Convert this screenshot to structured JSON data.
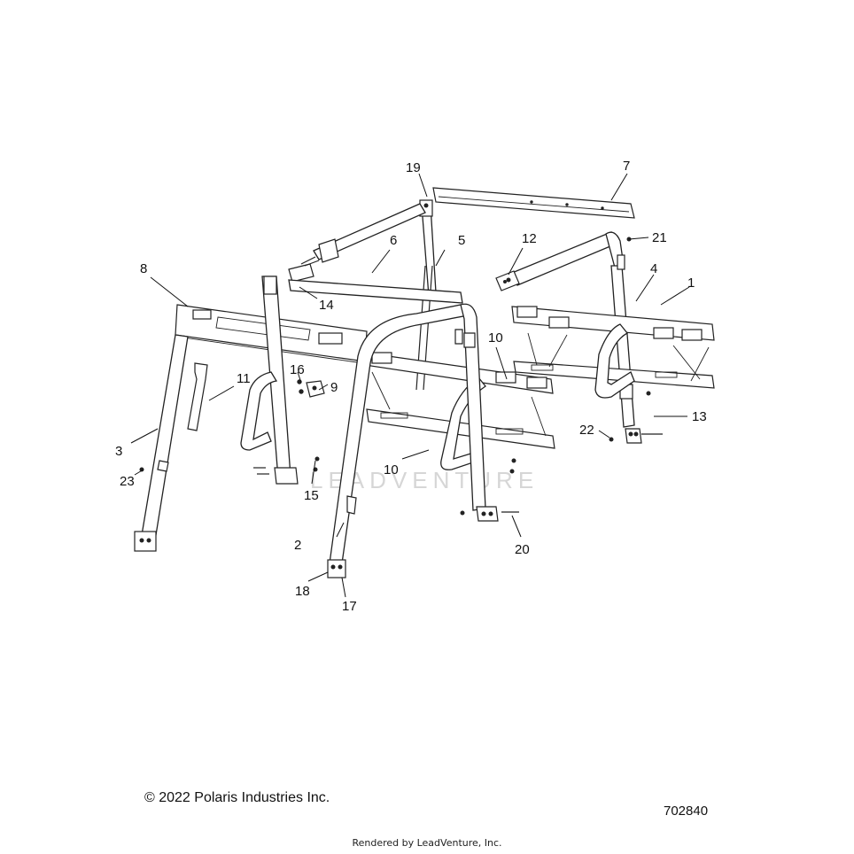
{
  "callouts": [
    "1",
    "2",
    "3",
    "4",
    "5",
    "6",
    "7",
    "8",
    "9",
    "10",
    "10",
    "11",
    "12",
    "13",
    "14",
    "15",
    "16",
    "17",
    "18",
    "19",
    "20",
    "21",
    "22",
    "23"
  ],
  "watermark": "LEADVENTURE",
  "footer": {
    "copyright": "© 2022 Polaris Industries Inc.",
    "diagram_number": "702840",
    "rendered_by": "Rendered by LeadVenture, Inc."
  }
}
